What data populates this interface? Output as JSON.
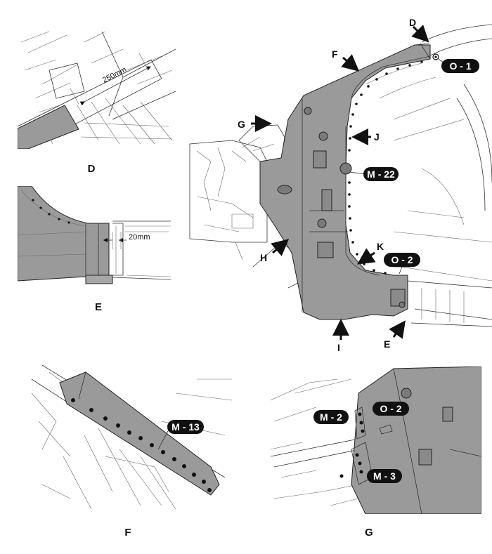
{
  "captions": {
    "d": "D",
    "e": "E",
    "f": "F",
    "g": "G"
  },
  "dimensions": {
    "d": "250mm",
    "e": "20mm"
  },
  "main": {
    "letters": {
      "d": "D",
      "e": "E",
      "f": "F",
      "g": "G",
      "h": "H",
      "i": "I",
      "j": "J",
      "k": "K"
    },
    "callouts": {
      "o1": "O - 1",
      "m22": "M - 22",
      "o2": "O - 2"
    }
  },
  "detail_f": {
    "callout": "M - 13"
  },
  "detail_g": {
    "callouts": {
      "m2": "M - 2",
      "o2": "O - 2",
      "m3": "M - 3"
    }
  },
  "colors": {
    "panel": "#9a9a9a",
    "callout": "#111111",
    "outline": "#222222"
  }
}
